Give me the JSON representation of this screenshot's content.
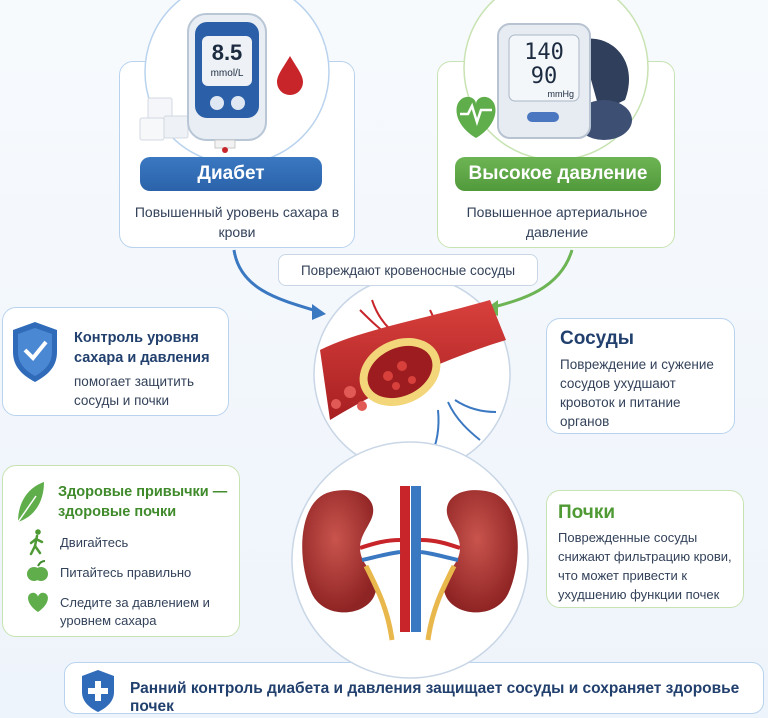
{
  "diabetes": {
    "title": "Диабет",
    "description": "Повышенный уровень сахара в крови",
    "meter_value": "8.5",
    "meter_unit": "mmol/L"
  },
  "pressure": {
    "title": "Высокое давление",
    "description": "Повышенное артериальное давление",
    "systolic": "140",
    "diastolic": "90",
    "unit": "mmHg"
  },
  "damage_label": "Повреждают кровеносные сосуды",
  "control": {
    "title": "Контроль уровня сахара и давления",
    "text": "помогает защитить сосуды и почки"
  },
  "vessels": {
    "title": "Сосуды",
    "text": "Повреждение и сужение сосудов ухудшают кровоток и питание органов"
  },
  "habits": {
    "title": "Здоровые привычки — здоровые почки",
    "items": [
      "Двигайтесь",
      "Питайтесь правильно",
      "Следите за давлением и уровнем сахара"
    ]
  },
  "kidneys": {
    "title": "Почки",
    "text": "Поврежденные сосуды снижают фильтрацию крови, что может привести к ухудшению функции почек"
  },
  "banner": {
    "text": "Ранний контроль диабета и давления защищает сосуды и сохраняет здоровье почек"
  },
  "colors": {
    "blue": "#2b63aa",
    "green": "#519a3b",
    "red": "#c8252b",
    "navy": "#22406e"
  }
}
